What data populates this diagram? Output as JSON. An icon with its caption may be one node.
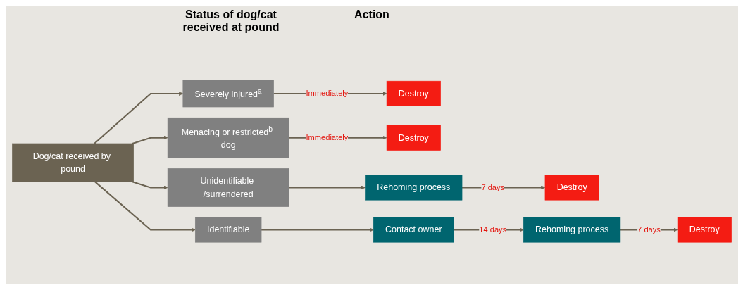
{
  "diagram": {
    "nodes": [
      {
        "text": [
          "Dog/cat received by pound"
        ]
      },
      {
        "text": [
          "Severely injured$^{a}$"
        ]
      },
      {
        "text": [
          "Menacing or restricted$^{b}$ dog"
        ]
      },
      {
        "text": [
          "Unidentifiable /surrendered"
        ]
      },
      {
        "text": [
          "Identifiable"
        ]
      },
      {
        "text": [
          "Destroy"
        ]
      },
      {
        "text": [
          "Destroy"
        ]
      },
      {
        "text": [
          "Rehoming process"
        ]
      },
      {
        "text": [
          "Destroy"
        ]
      },
      {
        "text": [
          "Contact owner"
        ]
      },
      {
        "text": [
          "Rehoming process"
        ]
      },
      {
        "text": [
          "Destroy"
        ]
      }
    ],
    "edges": [
      {
        "from": 0,
        "to": 1,
        "arrow": "to"
      },
      {
        "from": 0,
        "to": 2,
        "arrow": "to"
      },
      {
        "from": 0,
        "to": 3,
        "arrow": "to"
      },
      {
        "from": 0,
        "to": 4,
        "arrow": "to"
      },
      {
        "from": 1,
        "to": 5,
        "arrow": "to",
        "label": "Immediately"
      },
      {
        "from": 2,
        "to": 6,
        "arrow": "to",
        "label": "Immediately"
      },
      {
        "from": 3,
        "to": 7,
        "arrow": "to"
      },
      {
        "from": 7,
        "to": 8,
        "arrow": "to",
        "label": "7 days"
      },
      {
        "from": 4,
        "to": 9,
        "arrow": "to"
      },
      {
        "from": 9,
        "to": 10,
        "arrow": "to",
        "label": "14 days"
      },
      {
        "from": 10,
        "to": 11,
        "arrow": "to",
        "label": "7 days"
      }
    ],
    "labels": [
      "Status of dog/cat received at pound",
      "Action"
    ]
  }
}
